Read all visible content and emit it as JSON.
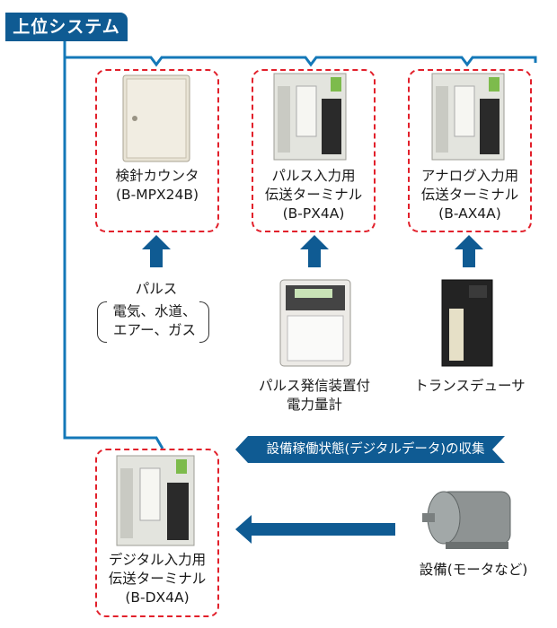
{
  "top_system": "上位システム",
  "devices": {
    "meter_counter": {
      "line1": "検針カウンタ",
      "line2": "(B-MPX24B)"
    },
    "pulse_terminal": {
      "line1": "パルス入力用",
      "line2": "伝送ターミナル",
      "line3": "(B-PX4A)"
    },
    "analog_terminal": {
      "line1": "アナログ入力用",
      "line2": "伝送ターミナル",
      "line3": "(B-AX4A)"
    },
    "digital_terminal": {
      "line1": "デジタル入力用",
      "line2": "伝送ターミナル",
      "line3": "(B-DX4A)"
    }
  },
  "inputs": {
    "pulse": {
      "title": "パルス",
      "line1": "電気、水道、",
      "line2": "エアー、ガス"
    },
    "pulse_meter": {
      "line1": "パルス発信装置付",
      "line2": "電力量計"
    },
    "transducer": {
      "line1": "トランスデューサ"
    },
    "equipment": {
      "line1": "設備(モータなど)"
    }
  },
  "banner": "設備稼働状態(デジタルデータ)の収集",
  "colors": {
    "accent": "#0f5b93",
    "dashed_box": "#e2202b"
  }
}
